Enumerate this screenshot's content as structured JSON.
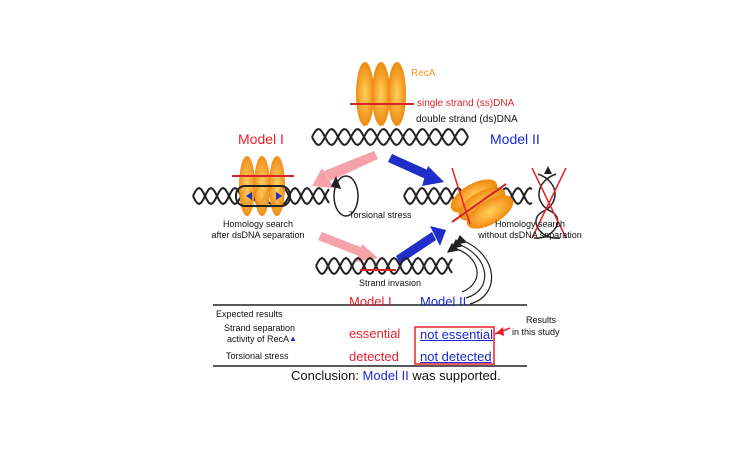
{
  "labels": {
    "reca": "RecA",
    "ssdna": "single strand (ss)DNA",
    "dsdna": "double strand (ds)DNA",
    "model1": "Model I",
    "model2": "Model II",
    "homology_left_1": "Homology search",
    "homology_left_2": "after dsDNA separation",
    "torsional": "Torsional stress",
    "homology_right_1": "Homology search",
    "homology_right_2": "without dsDNA separation",
    "strand_invasion": "Strand invasion"
  },
  "table": {
    "col1": "Model I",
    "col2": "Model II",
    "expected": "Expected results",
    "row1_label_1": "Strand separation",
    "row1_label_2": "activity of RecA",
    "row1_m1": "essential",
    "row1_m2": "not essential",
    "row2_label": "Torsional stress",
    "row2_m1": "detected",
    "row2_m2": "not detected",
    "results_note_1": "Results",
    "results_note_2": "in this study",
    "conclusion_prefix": "Conclusion: ",
    "conclusion_model": "Model II",
    "conclusion_suffix": " was supported."
  },
  "colors": {
    "model1": "#e8212b",
    "model2": "#1a2ad4",
    "reca": "#f29a1f",
    "ssdna": "#d6262b",
    "pink_arrow": "#f08a96",
    "blue_arrow": "#1f2ec8"
  }
}
